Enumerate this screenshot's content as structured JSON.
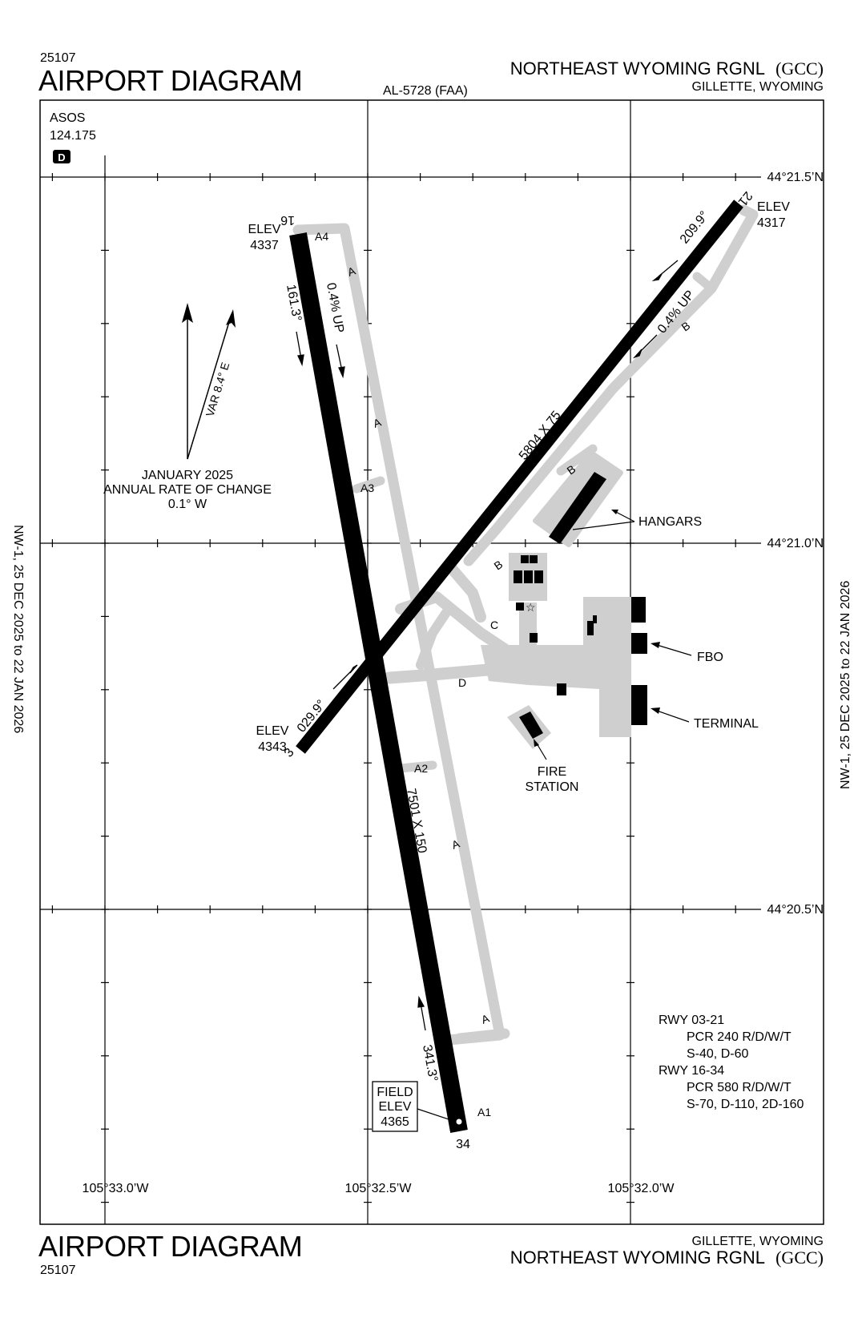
{
  "header": {
    "chart_number": "25107",
    "title": "AIRPORT DIAGRAM",
    "al_number": "AL-5728 (FAA)",
    "airport_name": "NORTHEAST WYOMING RGNL",
    "airport_id": "(GCC)",
    "city": "GILLETTE, WYOMING"
  },
  "footer": {
    "chart_number": "25107",
    "title": "AIRPORT DIAGRAM",
    "city": "GILLETTE, WYOMING",
    "airport_name": "NORTHEAST WYOMING RGNL",
    "airport_id": "(GCC)"
  },
  "side_labels": {
    "left": "NW-1,  25 DEC 2025  to  22 JAN 2026",
    "right": "NW-1,  25 DEC 2025  to  22 JAN 2026"
  },
  "comms": {
    "asos_label": "ASOS",
    "asos_freq": "124.175",
    "d_badge": "D"
  },
  "magnetic": {
    "var_label": "VAR 8.4° E",
    "date": "JANUARY 2025",
    "rate_label": "ANNUAL RATE OF CHANGE",
    "rate_value": "0.1° W"
  },
  "latitudes": [
    "44°21.5’N",
    "44°21.0’N",
    "44°20.5’N"
  ],
  "longitudes": [
    "105°33.0’W",
    "105°32.5’W",
    "105°32.0’W"
  ],
  "runways": {
    "r16": {
      "number": "16",
      "elev_label": "ELEV",
      "elev_value": "4337",
      "heading": "161.3°",
      "gradient": "0.4% UP"
    },
    "r34": {
      "number": "34",
      "heading": "341.3°",
      "dims": "7501 X 150"
    },
    "r21": {
      "number": "21",
      "elev_label": "ELEV",
      "elev_value": "4317",
      "heading": "209.9°",
      "gradient": "0.4% UP"
    },
    "r03": {
      "number": "3",
      "elev_label": "ELEV",
      "elev_value": "4343",
      "heading": "029.9°",
      "dims": "5804 X 75"
    }
  },
  "field_elev": {
    "line1": "FIELD",
    "line2": "ELEV",
    "value": "4365"
  },
  "taxiways": {
    "A": "A",
    "A1": "A1",
    "A2": "A2",
    "A3": "A3",
    "A4": "A4",
    "B": "B",
    "C": "C",
    "D": "D"
  },
  "facilities": {
    "hangars": "HANGARS",
    "fbo": "FBO",
    "terminal": "TERMINAL",
    "fire_station_1": "FIRE",
    "fire_station_2": "STATION"
  },
  "pcr": {
    "rwy0321": "RWY 03-21",
    "rwy0321_pcr": "PCR 240 R/D/W/T",
    "rwy0321_wt": "S-40, D-60",
    "rwy1634": "RWY 16-34",
    "rwy1634_pcr": "PCR 580 R/D/W/T",
    "rwy1634_wt": "S-70, D-110, 2D-160"
  },
  "colors": {
    "runway": "#000000",
    "taxiway": "#cfcfcf",
    "ink": "#000000"
  }
}
